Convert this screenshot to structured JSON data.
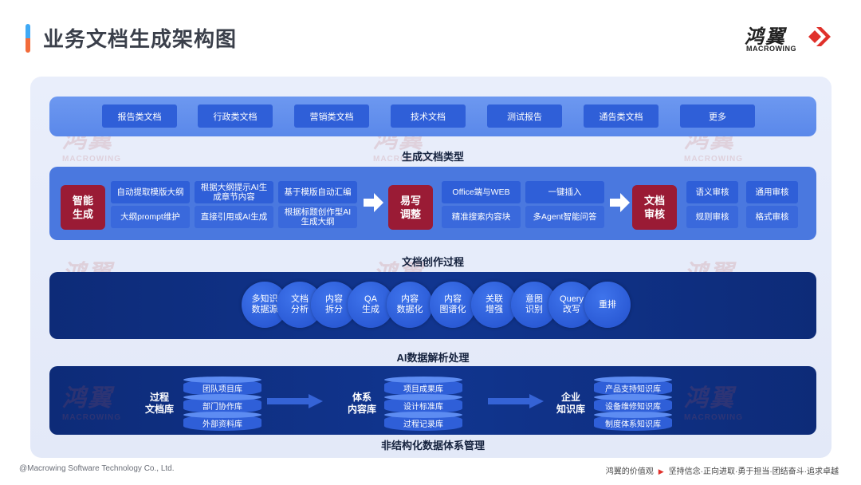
{
  "header": {
    "title": "业务文档生成架构图",
    "logo_cn": "鸿翼",
    "logo_en": "MACROWING"
  },
  "watermark": {
    "cn": "鸿翼",
    "en": "MACROWING"
  },
  "doc_types": {
    "label": "生成文档类型",
    "items": [
      "报告类文档",
      "行政类文档",
      "营销类文档",
      "技术文档",
      "测试报告",
      "通告类文档",
      "更多"
    ]
  },
  "creation": {
    "label": "文档创作过程",
    "smart_gen": "智能\n生成",
    "smart_items": [
      "自动提取模版大纲",
      "根据大纲提示AI生成章节内容",
      "基于模版自动汇编",
      "大纲prompt维护",
      "直接引用或AI生成",
      "根据标题创作型AI生成大纲"
    ],
    "edit": "易写\n调整",
    "edit_items": [
      "Office端与WEB",
      "一键插入",
      "精准搜索内容块",
      "多Agent智能问答"
    ],
    "review": "文档\n审核",
    "review_items": [
      "语义审核",
      "通用审核",
      "规则审核",
      "格式审核"
    ]
  },
  "ai_parse": {
    "label": "AI数据解析处理",
    "steps": [
      "多知识\n数据源",
      "文档\n分析",
      "内容\n拆分",
      "QA\n生成",
      "内容\n数据化",
      "内容\n图谱化",
      "关联\n增强",
      "意图\n识别",
      "Query\n改写",
      "重排"
    ]
  },
  "data_mgmt": {
    "label": "非结构化数据体系管理",
    "groups": [
      {
        "name": "过程\n文档库",
        "layers": [
          "团队项目库",
          "部门协作库",
          "外部资料库"
        ]
      },
      {
        "name": "体系\n内容库",
        "layers": [
          "项目成果库",
          "设计标准库",
          "过程记录库"
        ]
      },
      {
        "name": "企业\n知识库",
        "layers": [
          "产品支持知识库",
          "设备维修知识库",
          "制度体系知识库"
        ]
      }
    ]
  },
  "footer": {
    "copyright": "@Macrowing Software Technology Co., Ltd.",
    "values_label": "鸿翼的价值观",
    "values": "坚持信念·正向进取·勇于担当·团结奋斗·追求卓越"
  },
  "colors": {
    "accent_blue": "#2f5fd8",
    "accent_red": "#9a1b35",
    "navy": "#0d2b78",
    "logo_red": "#e0312b"
  }
}
